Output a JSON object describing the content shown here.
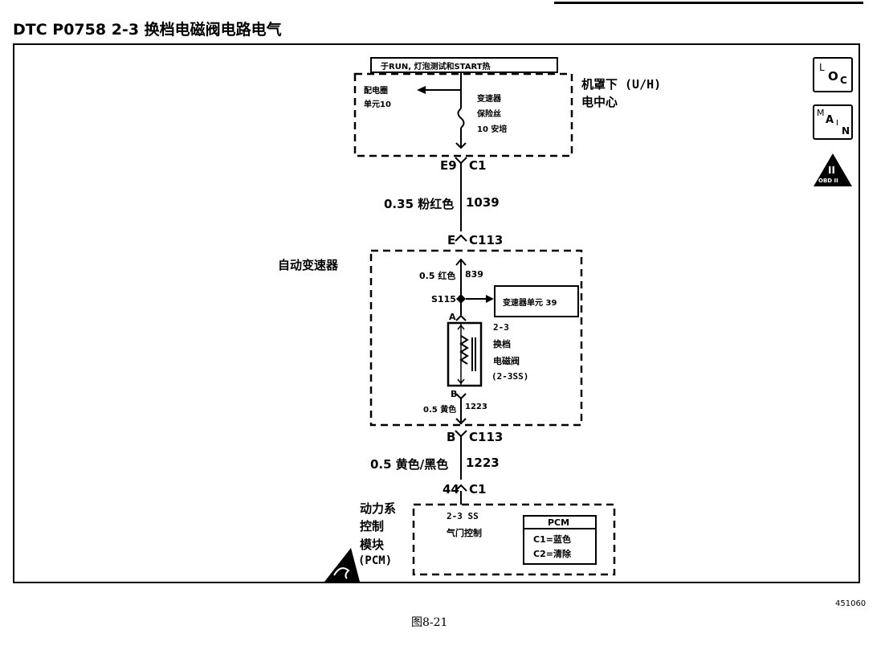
{
  "header": {
    "title": "DTC P0758 2-3 换档电磁阀电路电气"
  },
  "fuse_block": {
    "banner": "于RUN, 灯泡测试和START热",
    "left_label_1": "配电圈",
    "left_label_2": "单元10",
    "fuse_label_1": "变速器",
    "fuse_label_2": "保险丝",
    "fuse_label_3": "10 安培",
    "location_1": "机罩下 (U/H)",
    "location_2": "电中心"
  },
  "connectors": {
    "e9": "E9",
    "c1_top": "C1",
    "e": "E",
    "c113_top": "C113",
    "b": "B",
    "c113_bottom": "C113",
    "pin44": "44",
    "c1_bottom": "C1"
  },
  "wires": {
    "w1_gauge_color": "0.35 粉红色",
    "w1_circuit": "1039",
    "w2_gauge_color": "0.5 红色",
    "w2_circuit": "839",
    "w3_gauge_color": "0.5 黄色",
    "w3_circuit": "1223",
    "w4_gauge_color": "0.5 黄色/黑色",
    "w4_circuit": "1223"
  },
  "transmission": {
    "label": "自动变速器",
    "splice": "S115",
    "splice_dest": "变速器单元 39",
    "pin_a": "A",
    "pin_b": "B",
    "sol_1": "2-3",
    "sol_2": "换档",
    "sol_3": "电磁阀",
    "sol_4": "(2-3SS)"
  },
  "pcm": {
    "label_1": "动力系",
    "label_2": "控制",
    "label_3": "模块",
    "label_4": "(PCM)",
    "ctrl_1": "2-3 SS",
    "ctrl_2": "气门控制",
    "box_title": "PCM",
    "box_line_1": "C1=蓝色",
    "box_line_2": "C2=清除"
  },
  "side_icons": {
    "loc_L": "L",
    "loc_O": "O",
    "loc_C": "C",
    "main_M": "M",
    "main_A": "A",
    "main_I": "I",
    "main_N": "N",
    "obd_top": "II",
    "obd_bottom": "OBD II"
  },
  "footer": {
    "ref_number": "451060",
    "figure_caption": "图8-21"
  }
}
